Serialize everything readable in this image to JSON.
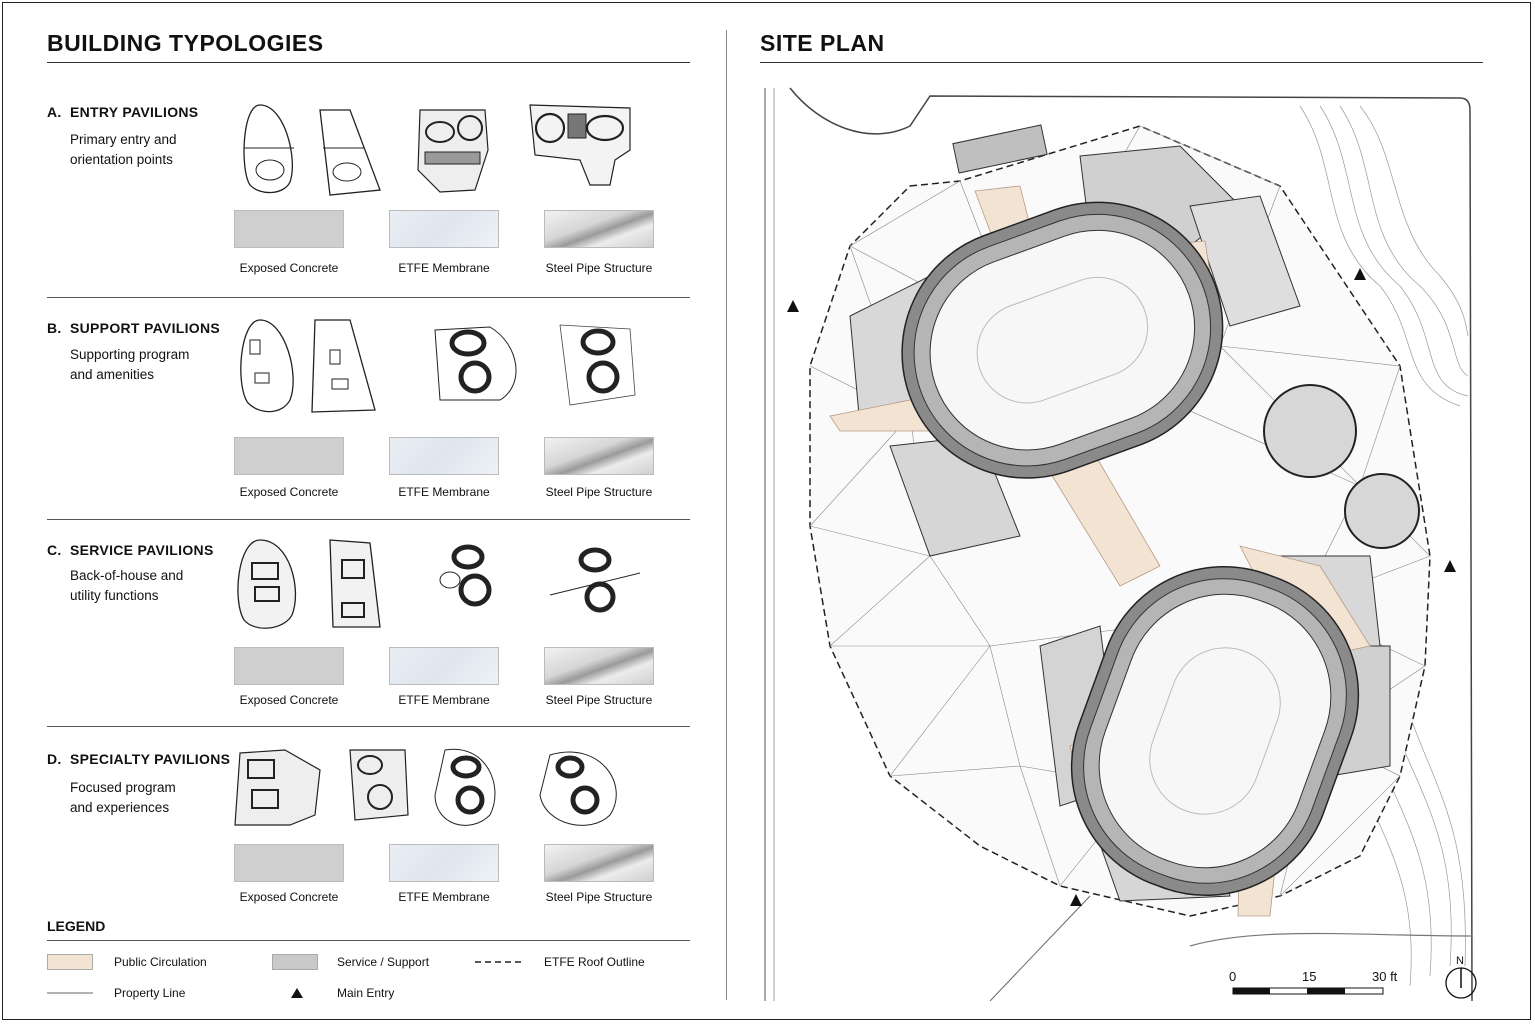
{
  "left_panel": {
    "title": "BUILDING TYPOLOGIES",
    "sections": [
      {
        "letter": "A.",
        "title": "ENTRY PAVILIONS",
        "desc_line1": "Primary entry and",
        "desc_line2": "orientation points"
      },
      {
        "letter": "B.",
        "title": "SUPPORT PAVILIONS",
        "desc_line1": "Supporting program",
        "desc_line2": "and amenities"
      },
      {
        "letter": "C.",
        "title": "SERVICE PAVILIONS",
        "desc_line1": "Back-of-house and",
        "desc_line2": "utility functions"
      },
      {
        "letter": "D.",
        "title": "SPECIALTY PAVILIONS",
        "desc_line1": "Focused program",
        "desc_line2": "and experiences"
      }
    ],
    "materials": [
      "Exposed Concrete",
      "ETFE Membrane",
      "Steel Pipe Structure"
    ]
  },
  "legend": {
    "title": "LEGEND",
    "items": {
      "public_circulation": "Public Circulation",
      "service_support": "Service / Support",
      "etfe_roof": "ETFE Roof Outline",
      "property_line": "Property Line",
      "main_entry": "Main Entry"
    }
  },
  "right_panel": {
    "title": "SITE PLAN",
    "scale": {
      "label_0": "0",
      "label_15": "15",
      "label_30": "30 ft"
    },
    "north_label": "N"
  },
  "colors": {
    "circulation": "#f3e3d3",
    "service": "#c9c9c9",
    "line": "#222222"
  }
}
